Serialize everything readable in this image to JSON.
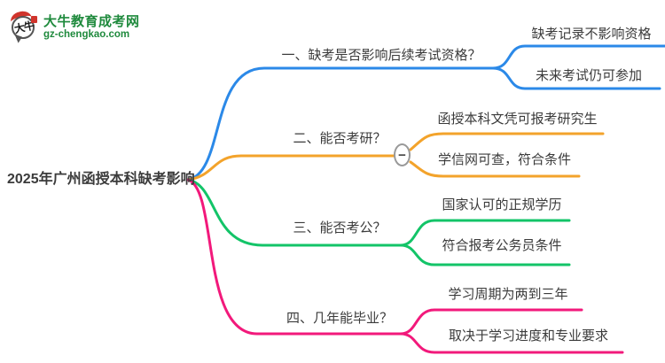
{
  "colors": {
    "branch1": "#2b89e8",
    "branch2": "#f3a32b",
    "branch3": "#13c468",
    "branch4": "#f2197b",
    "text": "#3b3b3b",
    "logo_green": "#1f8a3d",
    "logo_red": "#d0342c",
    "collapse_stroke": "#999999"
  },
  "logo": {
    "bubble_text": "大牛",
    "site_name": "大牛教育成考网",
    "site_url": "gz-chengkao.com"
  },
  "mindmap": {
    "root": "2025年广州函授本科缺考影响",
    "collapse_glyph": "−",
    "branches": [
      {
        "label": "一、缺考是否影响后续考试资格？",
        "children": [
          "缺考记录不影响资格",
          "未来考试仍可参加"
        ]
      },
      {
        "label": "二、能否考研？",
        "children": [
          "函授本科文凭可报考研究生",
          "学信网可查，符合条件"
        ]
      },
      {
        "label": "三、能否考公？",
        "children": [
          "国家认可的正规学历",
          "符合报考公务员条件"
        ]
      },
      {
        "label": "四、几年能毕业？",
        "children": [
          "学习周期为两到三年",
          "取决于学习进度和专业要求"
        ]
      }
    ]
  }
}
